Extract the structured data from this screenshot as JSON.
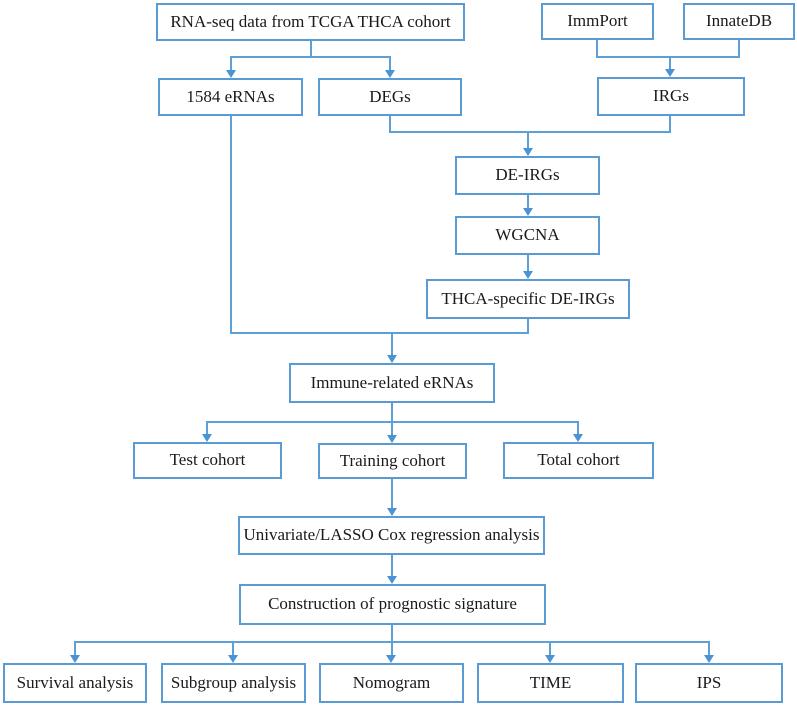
{
  "figure": {
    "type": "flowchart",
    "description_label": "Study workflow flowchart"
  },
  "colors": {
    "box_border": "#5b9bd5",
    "connector": "#5f9fd8",
    "arrowhead": "#4a94d6",
    "text": "#1a1a1a",
    "background": "#ffffff"
  },
  "nodes": {
    "rna_seq": {
      "label": "RNA-seq data from TCGA THCA cohort"
    },
    "immport": {
      "label": "ImmPort"
    },
    "innatedb": {
      "label": "InnateDB"
    },
    "ernas_1584": {
      "label": "1584 eRNAs"
    },
    "degs": {
      "label": "DEGs"
    },
    "irgs": {
      "label": "IRGs"
    },
    "de_irgs": {
      "label": "DE-IRGs"
    },
    "wgcna": {
      "label": "WGCNA"
    },
    "thca_de_irgs": {
      "label": "THCA-specific DE-IRGs"
    },
    "immune_ernas": {
      "label": "Immune-related eRNAs"
    },
    "test_cohort": {
      "label": "Test cohort"
    },
    "training_cohort": {
      "label": "Training cohort"
    },
    "total_cohort": {
      "label": "Total cohort"
    },
    "univariate": {
      "label": "Univariate/LASSO Cox regression analysis"
    },
    "construction": {
      "label": "Construction of prognostic signature"
    },
    "survival": {
      "label": "Survival analysis"
    },
    "subgroup": {
      "label": "Subgroup analysis"
    },
    "nomogram": {
      "label": "Nomogram"
    },
    "time": {
      "label": "TIME"
    },
    "ips": {
      "label": "IPS"
    }
  }
}
